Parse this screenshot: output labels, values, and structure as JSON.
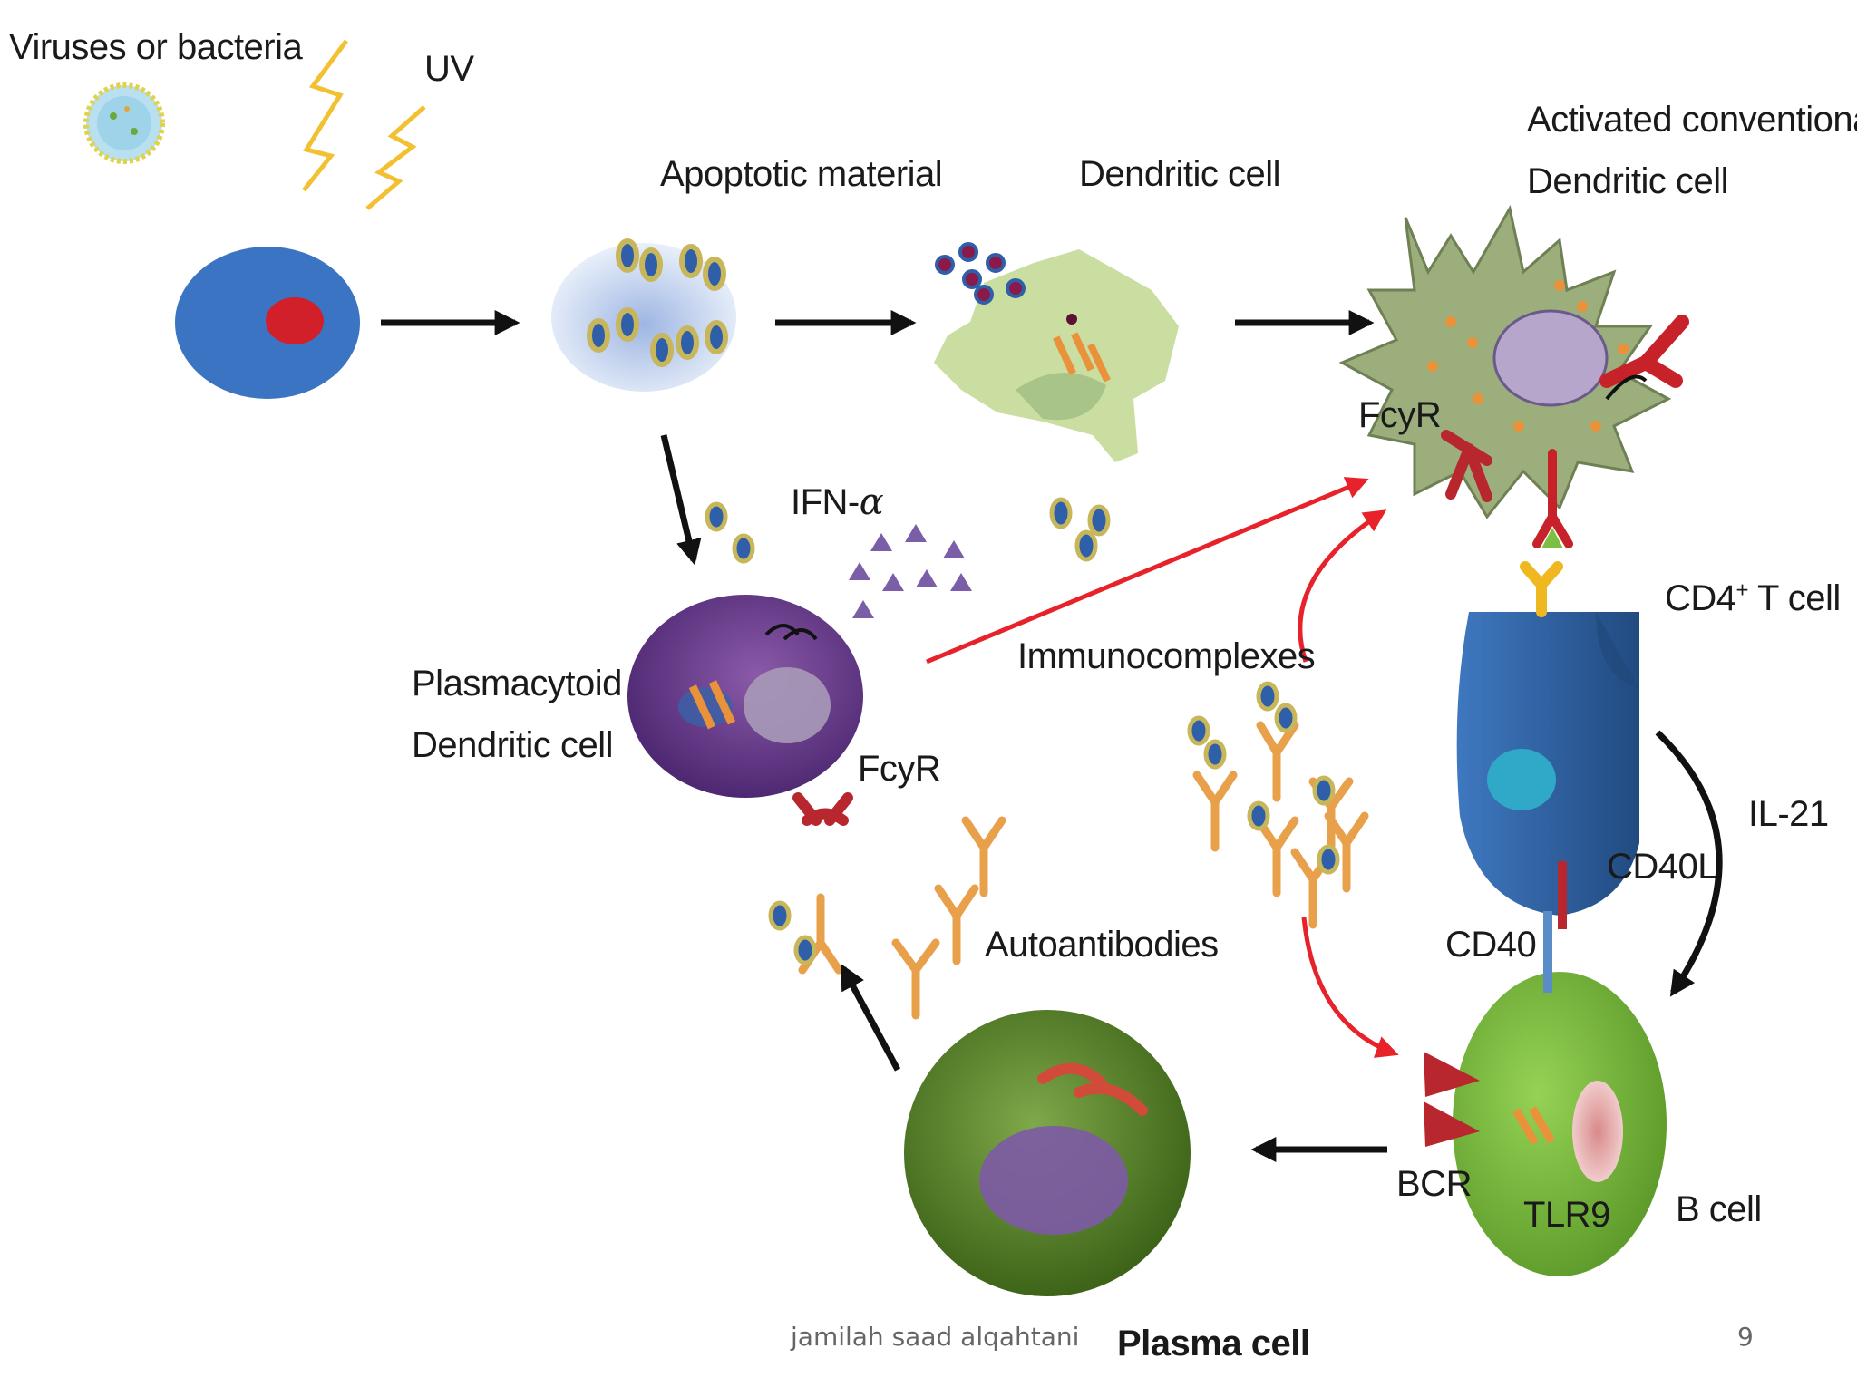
{
  "labels": {
    "viruses": "Viruses or bacteria",
    "uv": "UV",
    "apoptotic": "Apoptotic material",
    "dendritic": "Dendritic cell",
    "activated_line1": "Activated conventional",
    "activated_line2": "Dendritic cell",
    "fcyr_top": "FcyR",
    "ifn_prefix": "IFN-",
    "ifn_symbol": "α",
    "plasmacytoid_line1": "Plasmacytoid",
    "plasmacytoid_line2": "Dendritic cell",
    "fcyr_left": "FcyR",
    "immunocomplexes": "Immunocomplexes",
    "cd4_prefix": "CD4",
    "cd4_sup": "+",
    "cd4_suffix": " T cell",
    "il21": "IL-21",
    "cd40l": "CD40L",
    "cd40": "CD40",
    "autoantibodies": "Autoantibodies",
    "bcr": "BCR",
    "tlr9": "TLR9",
    "bcell": "B cell",
    "plasma": "Plasma cell"
  },
  "footer": {
    "author": "jamilah saad alqahtani",
    "page_number": "9"
  },
  "colors": {
    "black_arrow": "#111111",
    "red_arrow": "#e8222a",
    "cell_blue": "#3b74c2",
    "nucleus_red": "#d1202a",
    "dendritic_green": "#c9dea0",
    "activated_green": "#9cae7c",
    "pdc_purple": "#6a3a8e",
    "t_cell_blue": "#2f5f9c",
    "b_cell_green": "#7cc043",
    "plasma_green": "#5f8a2e",
    "antibody_orange": "#e9a04a",
    "receptor_red": "#b8262e",
    "ifn_triangle": "#7b5ea8"
  }
}
